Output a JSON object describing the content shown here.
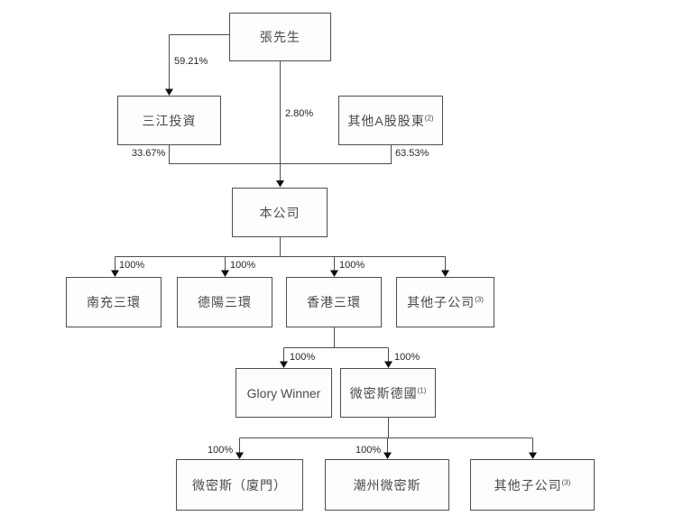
{
  "diagram": {
    "type": "org-structure-flowchart",
    "nodes": {
      "mr_zhang": {
        "label": "張先生"
      },
      "sanjiang": {
        "label": "三江投資"
      },
      "other_a_share": {
        "label": "其他A股股東",
        "sup": "(2)"
      },
      "company": {
        "label": "本公司"
      },
      "nanchong": {
        "label": "南充三環"
      },
      "deyang": {
        "label": "德陽三環"
      },
      "hongkong": {
        "label": "香港三環"
      },
      "other_subs_mid": {
        "label": "其他子公司",
        "sup": "(3)"
      },
      "glory_winner": {
        "label": "Glory Winner"
      },
      "weimisi_germany": {
        "label": "微密斯德國",
        "sup": "(1)"
      },
      "weimisi_xiamen": {
        "label": "微密斯（廈門）"
      },
      "chaozhou": {
        "label": "潮州微密斯"
      },
      "other_subs_bot": {
        "label": "其他子公司",
        "sup": "(3)"
      }
    },
    "edge_labels": {
      "zhang_to_sanjiang": "59.21%",
      "zhang_to_company": "2.80%",
      "sanjiang_to_company": "33.67%",
      "other_a_to_company": "63.53%",
      "company_to_nanchong": "100%",
      "company_to_deyang": "100%",
      "company_to_hongkong": "100%",
      "hk_to_glory": "100%",
      "hk_to_germany": "100%",
      "germany_to_xiamen": "100%",
      "germany_to_chaozhou": "100%"
    },
    "colors": {
      "line": "#4d4d4d",
      "arrow": "#111111",
      "box_border": "#4e4e4e",
      "box_text": "#4a4a4a",
      "label_text": "#262626",
      "background": "#ffffff"
    }
  }
}
